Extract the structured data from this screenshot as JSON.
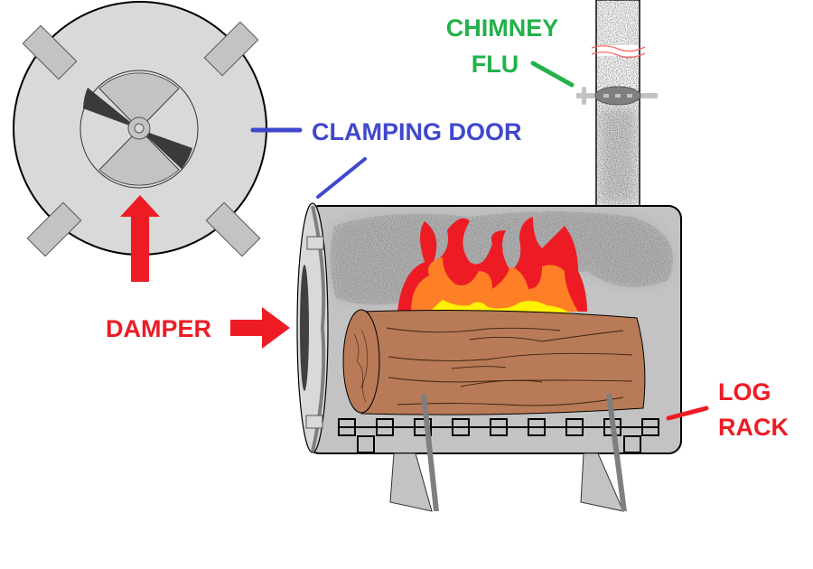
{
  "diagram": {
    "title": "Wood stove diagram",
    "labels": {
      "chimney_line1": "CHIMNEY",
      "chimney_line2": "FLU",
      "clamping_door": "CLAMPING DOOR",
      "damper": "DAMPER",
      "log_rack_line1": "LOG",
      "log_rack_line2": "RACK"
    },
    "colors": {
      "chimney_label": "#22b14c",
      "clamping_door_label": "#3f48cc",
      "damper_label": "#ed1c24",
      "log_rack_label": "#ed1c24",
      "stove_body": "#c3c3c3",
      "door_face": "#d9d9d9",
      "log": "#b97a57",
      "flame_outer": "#ed1c24",
      "flame_mid": "#ff7f27",
      "flame_inner": "#fff200",
      "smoke": "#555555"
    }
  }
}
